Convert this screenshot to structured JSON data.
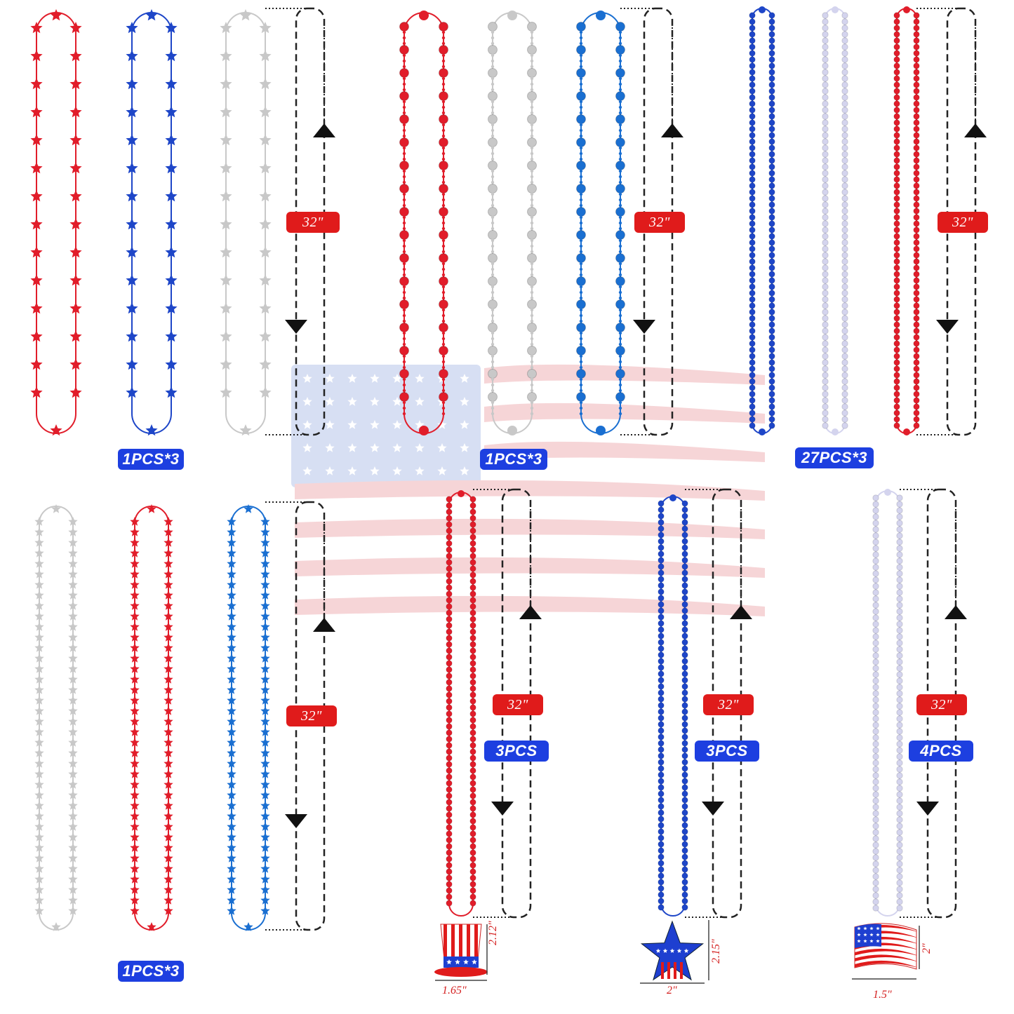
{
  "colors": {
    "red": "#e11d2a",
    "blue": "#1e46c8",
    "blue_light": "#1a6fd1",
    "silver": "#c8c8c8",
    "lavender": "#d4d4ee",
    "badge_red": "#e01b1b",
    "badge_blue": "#1d3fe0",
    "flag_red": "#f0b4b8",
    "flag_blue": "#b8c6ea"
  },
  "groups": [
    {
      "necklaces": [
        {
          "color": "red",
          "bead": "star"
        },
        {
          "color": "blue",
          "bead": "star"
        },
        {
          "color": "silver",
          "bead": "star"
        }
      ],
      "length_label": "32\"",
      "qty_label": "1PCS*3"
    },
    {
      "necklaces": [
        {
          "color": "red",
          "bead": "ball"
        },
        {
          "color": "silver",
          "bead": "ball"
        },
        {
          "color": "blue_light",
          "bead": "ball"
        }
      ],
      "length_label": "32\"",
      "qty_label": "1PCS*3"
    },
    {
      "necklaces": [
        {
          "color": "blue",
          "bead": "small"
        },
        {
          "color": "lavender",
          "bead": "small"
        },
        {
          "color": "red",
          "bead": "small"
        }
      ],
      "length_label": "32\"",
      "qty_label": "27PCS*3"
    },
    {
      "necklaces": [
        {
          "color": "silver",
          "bead": "dense-star"
        },
        {
          "color": "red",
          "bead": "dense-star"
        },
        {
          "color": "blue_light",
          "bead": "dense-star"
        }
      ],
      "length_label": "32\"",
      "qty_label": "1PCS*3"
    },
    {
      "necklaces": [
        {
          "color": "red",
          "bead": "small"
        }
      ],
      "pendant": "uncle-sam-hat",
      "length_label": "32\"",
      "qty_label": "3PCS",
      "pendant_height": "2.12\"",
      "pendant_width": "1.65\""
    },
    {
      "necklaces": [
        {
          "color": "blue",
          "bead": "small"
        }
      ],
      "pendant": "star",
      "length_label": "32\"",
      "qty_label": "3PCS",
      "pendant_height": "2.15\"",
      "pendant_width": "2\""
    },
    {
      "necklaces": [
        {
          "color": "lavender",
          "bead": "small"
        }
      ],
      "pendant": "flag",
      "length_label": "32\"",
      "qty_label": "4PCS",
      "pendant_height": "2\"",
      "pendant_width": "1.5\""
    }
  ]
}
